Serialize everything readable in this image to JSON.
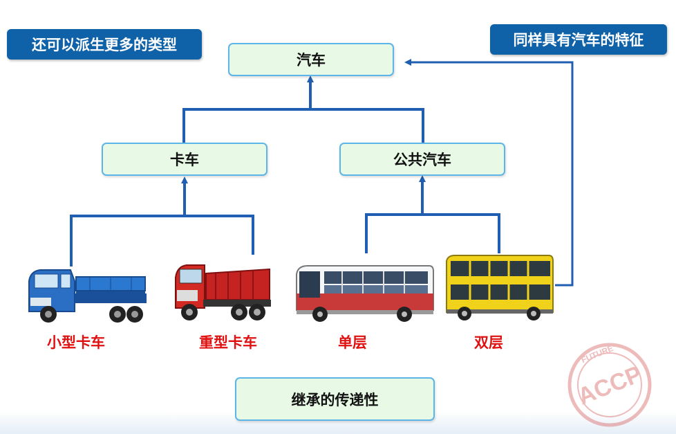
{
  "callouts": {
    "left": "还可以派生更多的类型",
    "right": "同样具有汽车的特征"
  },
  "nodes": {
    "root": "汽车",
    "truck": "卡车",
    "bus": "公共汽车",
    "bottom": "继承的传递性"
  },
  "leaves": {
    "small_truck": "小型卡车",
    "heavy_truck": "重型卡车",
    "single_deck": "单层",
    "double_deck": "双层"
  },
  "watermark": {
    "brand": "ACCP",
    "ring_text": "FUTURE"
  },
  "colors": {
    "connector": "#1f5eb0",
    "callout_bg": "#0f61a8",
    "node_bg": "#e8f9e6",
    "node_border": "#5bb5e6",
    "leaf_label": "#e01010"
  }
}
